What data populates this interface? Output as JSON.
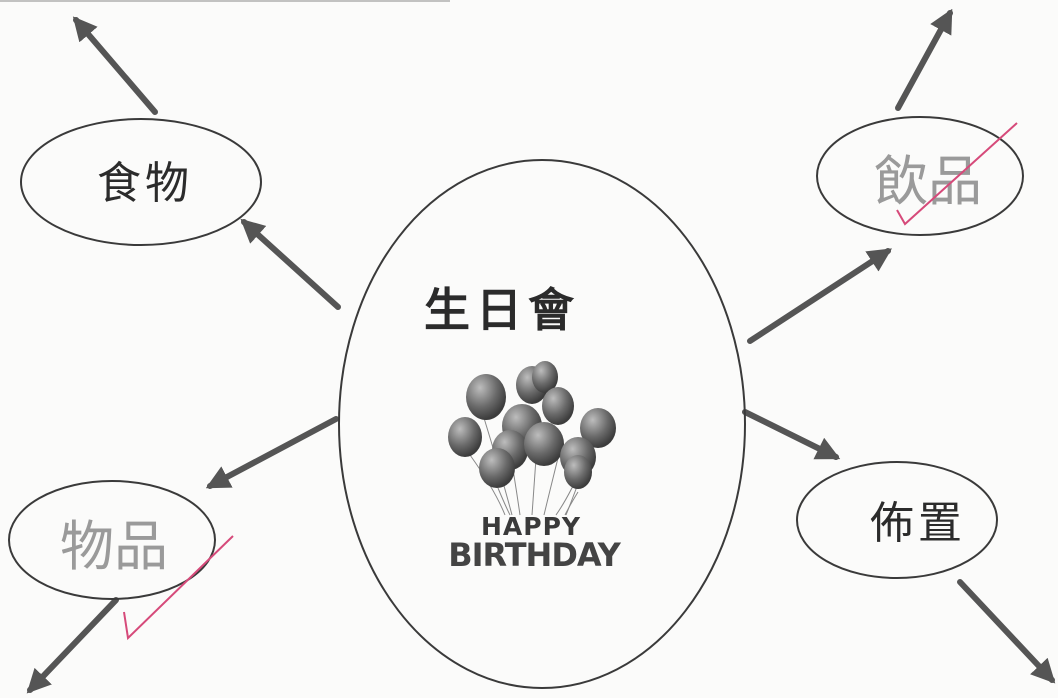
{
  "diagram": {
    "center": {
      "label": "生日會"
    },
    "branches": [
      {
        "id": "food",
        "label": "食物",
        "style": "printed",
        "checked": false
      },
      {
        "id": "drinks",
        "label": "飲品",
        "style": "handwritten",
        "checked": true
      },
      {
        "id": "items",
        "label": "物品",
        "style": "handwritten",
        "checked": true
      },
      {
        "id": "decor",
        "label": "佈置",
        "style": "printed",
        "checked": false
      }
    ],
    "illustration": {
      "name": "happy-birthday-balloons",
      "text_top": "HAPPY",
      "text_bottom": "BIRTHDAY"
    }
  },
  "colors": {
    "background": "#fbfbfa",
    "ink": "#2b2b2b",
    "arrow": "#555555",
    "pencil": "#9a9a9a",
    "check_mark": "#d64a7a"
  }
}
